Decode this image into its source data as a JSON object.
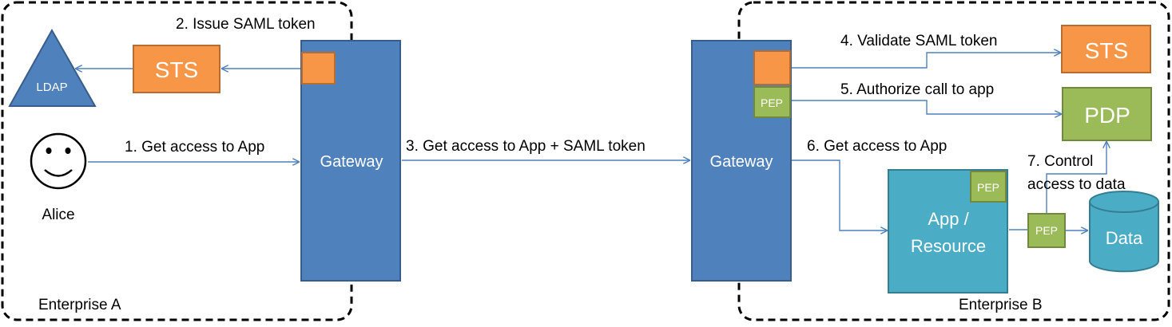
{
  "enterprise_a": {
    "label": "Enterprise A"
  },
  "enterprise_b": {
    "label": "Enterprise B"
  },
  "nodes": {
    "ldap": "LDAP",
    "sts_a": "STS",
    "alice": "Alice",
    "gateway_a": "Gateway",
    "gateway_b": "Gateway",
    "pep_gateway": "PEP",
    "sts_b": "STS",
    "pdp": "PDP",
    "app_resource_line1": "App /",
    "app_resource_line2": "Resource",
    "pep_app": "PEP",
    "pep_data": "PEP",
    "data": "Data"
  },
  "steps": {
    "s1": "1. Get access to App",
    "s2": "2. Issue SAML token",
    "s3": "3. Get access to App + SAML token",
    "s4": "4. Validate SAML token",
    "s5": "5. Authorize call to app",
    "s6": "6. Get access to App",
    "s7_line1": "7. Control",
    "s7_line2": "access to data"
  },
  "colors": {
    "gateway": "#4f81bd",
    "gateway_border": "#385d8a",
    "sts": "#f79646",
    "sts_border": "#b66d31",
    "pep_pdp": "#9bbb59",
    "pep_border": "#71893f",
    "app": "#4bacc6",
    "app_border": "#357d91",
    "edge": "#4f81bd"
  }
}
